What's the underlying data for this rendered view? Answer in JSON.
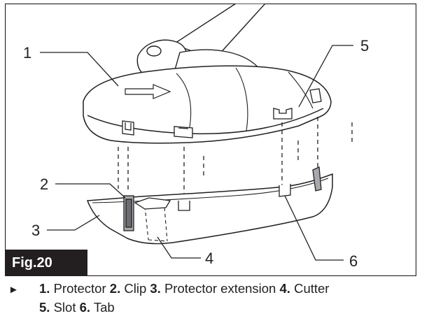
{
  "figure": {
    "label": "Fig.20",
    "callouts": [
      "1",
      "2",
      "3",
      "4",
      "5",
      "6"
    ]
  },
  "caption": {
    "bullet": "►",
    "items": [
      {
        "num": "1.",
        "text": "Protector"
      },
      {
        "num": "2.",
        "text": "Clip"
      },
      {
        "num": "3.",
        "text": "Protector extension"
      },
      {
        "num": "4.",
        "text": "Cutter"
      },
      {
        "num": "5.",
        "text": "Slot"
      },
      {
        "num": "6.",
        "text": "Tab"
      }
    ]
  }
}
